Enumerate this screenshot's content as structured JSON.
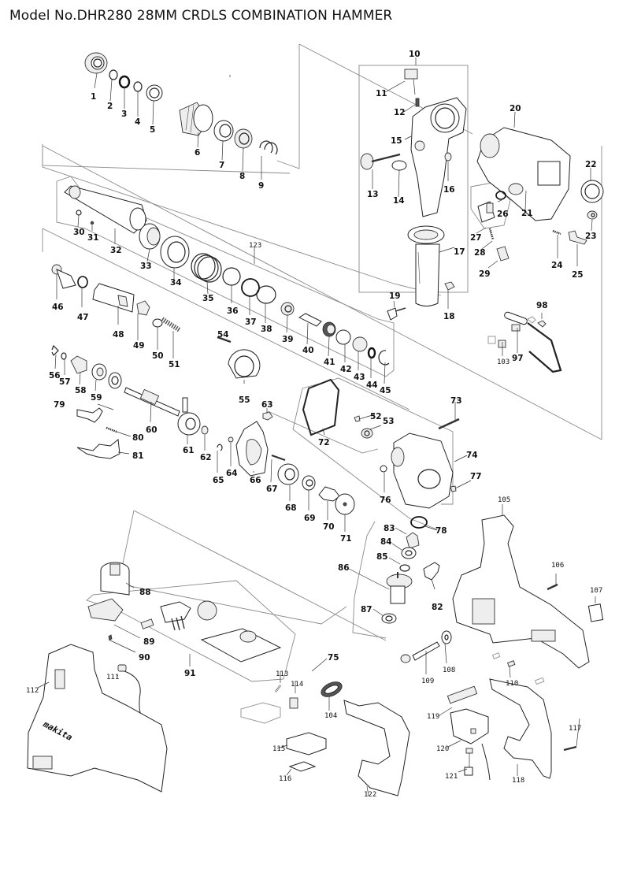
{
  "document": {
    "title": "Model No.DHR280 28MM CRDLS COMBINATION HAMMER",
    "model": "DHR280",
    "description": "28MM CRDLS COMBINATION HAMMER"
  },
  "labels": {
    "p1": "1",
    "p2": "2",
    "p3": "3",
    "p4": "4",
    "p5": "5",
    "p6": "6",
    "p7": "7",
    "p8": "8",
    "p9": "9",
    "p10": "10",
    "p11": "11",
    "p12": "12",
    "p13": "13",
    "p14": "14",
    "p15": "15",
    "p16": "16",
    "p17": "17",
    "p18": "18",
    "p19": "19",
    "p20": "20",
    "p21": "21",
    "p22": "22",
    "p23": "23",
    "p24": "24",
    "p25": "25",
    "p26": "26",
    "p27": "27",
    "p28": "28",
    "p29": "29",
    "p30": "30",
    "p31": "31",
    "p32": "32",
    "p33": "33",
    "p34": "34",
    "p35": "35",
    "p36": "36",
    "p37": "37",
    "p38": "38",
    "p39": "39",
    "p40": "40",
    "p41": "41",
    "p42": "42",
    "p43": "43",
    "p44": "44",
    "p45": "45",
    "p46": "46",
    "p47": "47",
    "p48": "48",
    "p49": "49",
    "p50": "50",
    "p51": "51",
    "p52": "52",
    "p53": "53",
    "p54": "54",
    "p55": "55",
    "p56": "56",
    "p57": "57",
    "p58": "58",
    "p59": "59",
    "p60": "60",
    "p61": "61",
    "p62": "62",
    "p63": "63",
    "p64": "64",
    "p65": "65",
    "p66": "66",
    "p67": "67",
    "p68": "68",
    "p69": "69",
    "p70": "70",
    "p71": "71",
    "p72": "72",
    "p73": "73",
    "p74": "74",
    "p75": "75",
    "p76": "76",
    "p77": "77",
    "p78": "78",
    "p79": "79",
    "p80": "80",
    "p81": "81",
    "p82": "82",
    "p83": "83",
    "p84": "84",
    "p85": "85",
    "p86": "86",
    "p87": "87",
    "p88": "88",
    "p89": "89",
    "p90": "90",
    "p91": "91",
    "p97": "97",
    "p98": "98",
    "p103": "103",
    "p104": "104",
    "p105": "105",
    "p106": "106",
    "p107": "107",
    "p108": "108",
    "p109": "109",
    "p110": "110",
    "p111": "111",
    "p112": "112",
    "p113": "113",
    "p114": "114",
    "p115": "115",
    "p116": "116",
    "p117": "117",
    "p118": "118",
    "p119": "119",
    "p120": "120",
    "p121": "121",
    "p122": "122",
    "p123": "123"
  },
  "brand_mark": "makita"
}
